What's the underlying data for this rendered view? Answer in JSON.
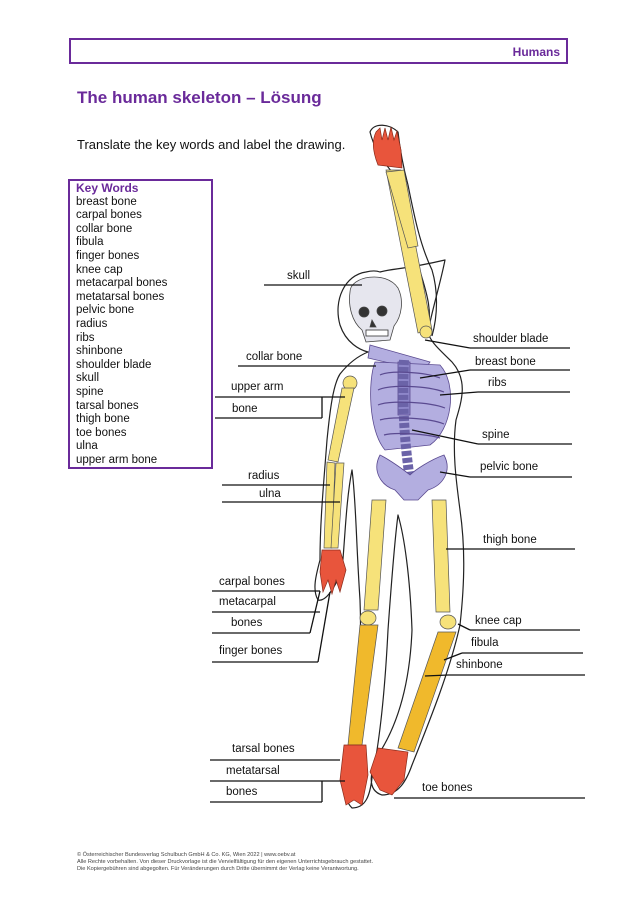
{
  "header": {
    "label": "Humans"
  },
  "title": "The human skeleton – Lösung",
  "instruction": "Translate the key words and label the drawing.",
  "key_words": {
    "title": "Key Words",
    "items": [
      "breast bone",
      "carpal bones",
      "collar bone",
      "fibula",
      "finger bones",
      "knee cap",
      "metacarpal bones",
      "metatarsal bones",
      "pelvic bone",
      "radius",
      "ribs",
      "shinbone",
      "shoulder blade",
      "skull",
      "spine",
      "tarsal bones",
      "thigh bone",
      "toe bones",
      "ulna",
      "upper arm bone"
    ]
  },
  "labels": {
    "skull": "skull",
    "shoulder_blade": "shoulder blade",
    "collar_bone": "collar bone",
    "breast_bone": "breast bone",
    "upper_arm": "upper arm",
    "bone": "bone",
    "ribs": "ribs",
    "spine": "spine",
    "radius": "radius",
    "pelvic_bone": "pelvic bone",
    "ulna": "ulna",
    "thigh_bone": "thigh bone",
    "carpal_bones": "carpal bones",
    "metacarpal": "metacarpal",
    "bones_hand": "bones",
    "knee_cap": "knee cap",
    "fibula": "fibula",
    "finger_bones": "finger bones",
    "shinbone": "shinbone",
    "tarsal_bones": "tarsal bones",
    "metatarsal": "metatarsal",
    "bones_foot": "bones",
    "toe_bones": "toe bones"
  },
  "footer": {
    "line1": "© Österreichischer Bundesverlag Schulbuch GmbH & Co. KG, Wien 2022 | www.oebv.at",
    "line2": "Alle Rechte vorbehalten. Von dieser Druckvorlage ist die Vervielfältigung für den eigenen Unterrichtsgebrauch gestattet.",
    "line3": "Die Kopiergebühren sind abgegolten. Für Veränderungen durch Dritte übernimmt der Verlag keine Verantwortung."
  },
  "colors": {
    "accent": "#6a2a9a",
    "skull": "#e6e6ee",
    "torso": "#b3aee0",
    "limbs": "#f6e27a",
    "hands_feet": "#e8553c",
    "lower_leg": "#f0b92c"
  }
}
